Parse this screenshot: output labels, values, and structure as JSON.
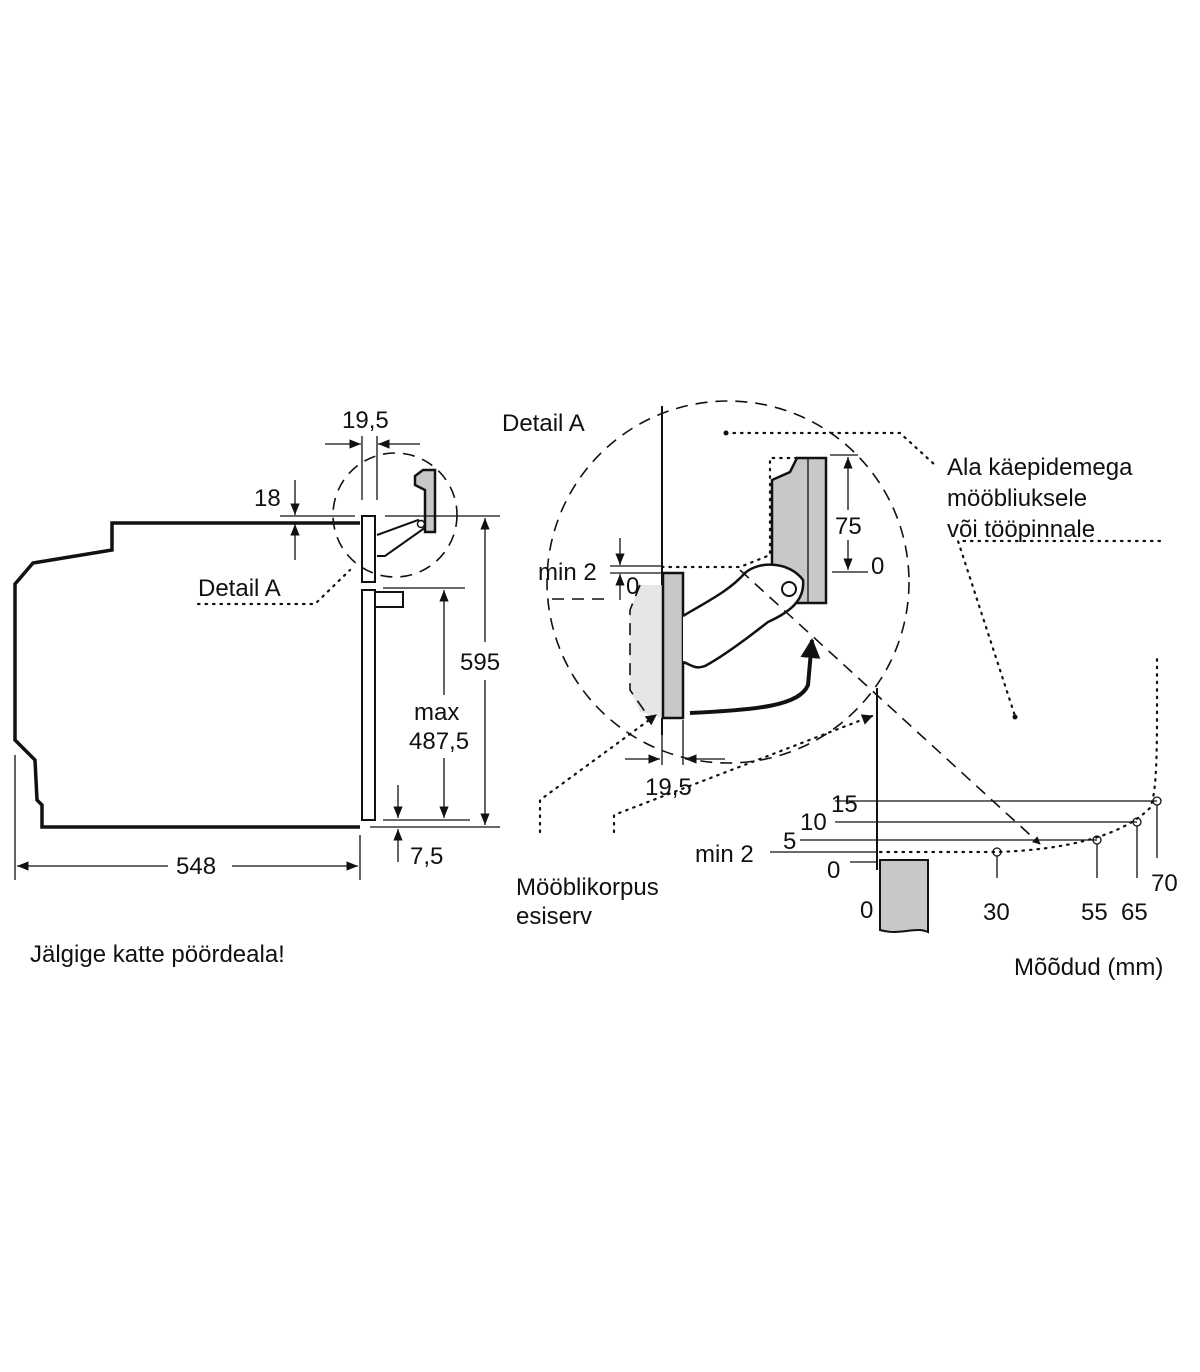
{
  "left_view": {
    "dim_width": "548",
    "dim_height": "595",
    "dim_max_label": "max",
    "dim_max_value": "487,5",
    "dim_top_offset": "18",
    "dim_door_thickness": "19,5",
    "dim_bottom_offset": "7,5",
    "detail_label": "Detail A"
  },
  "detail_view": {
    "title": "Detail A",
    "dim_min2": "min 2",
    "dim_zero_left": "0",
    "dim_75": "75",
    "dim_zero_right": "0",
    "dim_door_thickness": "19,5",
    "area_note": [
      "Ala käepidemega",
      "mööbliuksele",
      "või tööpinnale"
    ],
    "cabinet_edge_label": [
      "Mööblikorpus",
      "esiserv"
    ]
  },
  "clearance_chart": {
    "y_labels": [
      "15",
      "10",
      "5",
      "min 2",
      "0"
    ],
    "x_labels": [
      "0",
      "30",
      "55",
      "65",
      "70"
    ]
  },
  "notes": {
    "warning": "Jälgige katte pöördeala!",
    "units": "Mõõdud (mm)"
  }
}
